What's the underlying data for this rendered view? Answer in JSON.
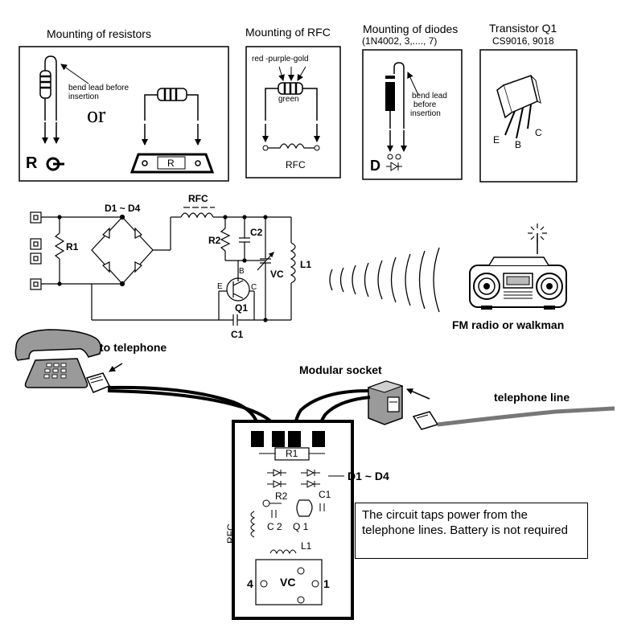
{
  "top_panels": {
    "resistors": {
      "title": "Mounting of resistors",
      "bend_note_line1": "bend lead before",
      "bend_note_line2": "insertion",
      "or_text": "or",
      "symbol_left": "R",
      "symbol_right": "R"
    },
    "rfc": {
      "title": "Mounting of RFC",
      "colors": "red -purple-gold",
      "green": "green",
      "caption": "RFC"
    },
    "diodes": {
      "title_line1": "Mounting of diodes",
      "title_line2": "(1N4002, 3,...., 7)",
      "bend_note_line1": "bend lead",
      "bend_note_line2": "before",
      "bend_note_line3": "insertion",
      "symbol": "D"
    },
    "transistor": {
      "title_line1": "Transistor Q1",
      "title_line2": "CS9016, 9018",
      "pin_e": "E",
      "pin_b": "B",
      "pin_c": "C"
    }
  },
  "schematic": {
    "d1_d4": "D1 ~ D4",
    "rfc": "RFC",
    "r1": "R1",
    "r2": "R2",
    "c2": "C2",
    "l1": "L1",
    "vc": "VC",
    "q1": "Q1",
    "b": "B",
    "e": "E",
    "c": "C",
    "c1": "C1",
    "radio_caption": "FM radio or walkman"
  },
  "assembly": {
    "to_telephone": "to telephone",
    "modular_socket": "Modular socket",
    "telephone_line": "telephone line",
    "board": {
      "r1": "R1",
      "d1_d4": "D1 ~ D4",
      "r2": "R2",
      "c1": "C1",
      "c2": "C 2",
      "q1": "Q 1",
      "l1": "L1",
      "rfc": "RFC",
      "vc": "VC",
      "pin4": "4",
      "pin1": "1"
    },
    "note": "The circuit taps power from the telephone lines.  Battery is not required"
  }
}
